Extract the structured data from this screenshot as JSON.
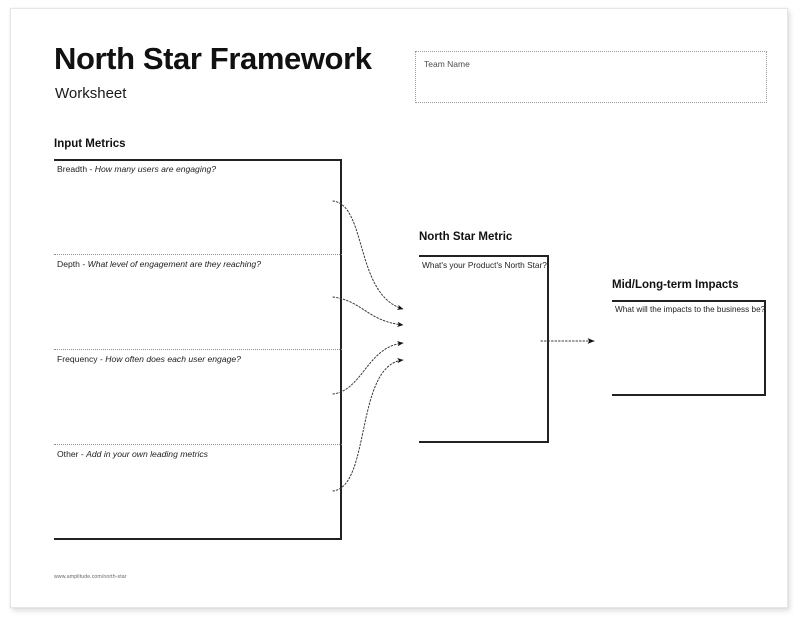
{
  "page": {
    "title": "North Star Framework",
    "subtitle": "Worksheet",
    "footer_url": "www.amplitude.com/north-star"
  },
  "team": {
    "label": "Team Name",
    "value": ""
  },
  "input_metrics": {
    "heading": "Input Metrics",
    "rows": [
      {
        "name": "Breadth",
        "prefix": "Breadth - ",
        "prompt": "How many users are engaging?",
        "value": ""
      },
      {
        "name": "Depth",
        "prefix": "Depth - ",
        "prompt": "What level of engagement are they reaching?",
        "value": ""
      },
      {
        "name": "Frequency",
        "prefix": "Frequency - ",
        "prompt": "How often does each user engage?",
        "value": ""
      },
      {
        "name": "Other",
        "prefix": "Other - ",
        "prompt": "Add in your own leading metrics",
        "value": ""
      }
    ]
  },
  "north_star_metric": {
    "heading": "North Star Metric",
    "prompt": "What's your Product's North Star?",
    "value": ""
  },
  "impacts": {
    "heading": "Mid/Long-term Impacts",
    "prompt": "What will the impacts to the business be?",
    "value": ""
  },
  "colors": {
    "ink": "#111111",
    "rule": "#222222",
    "dotted": "#8d8d8d",
    "paper": "#ffffff",
    "muted": "#666666"
  }
}
